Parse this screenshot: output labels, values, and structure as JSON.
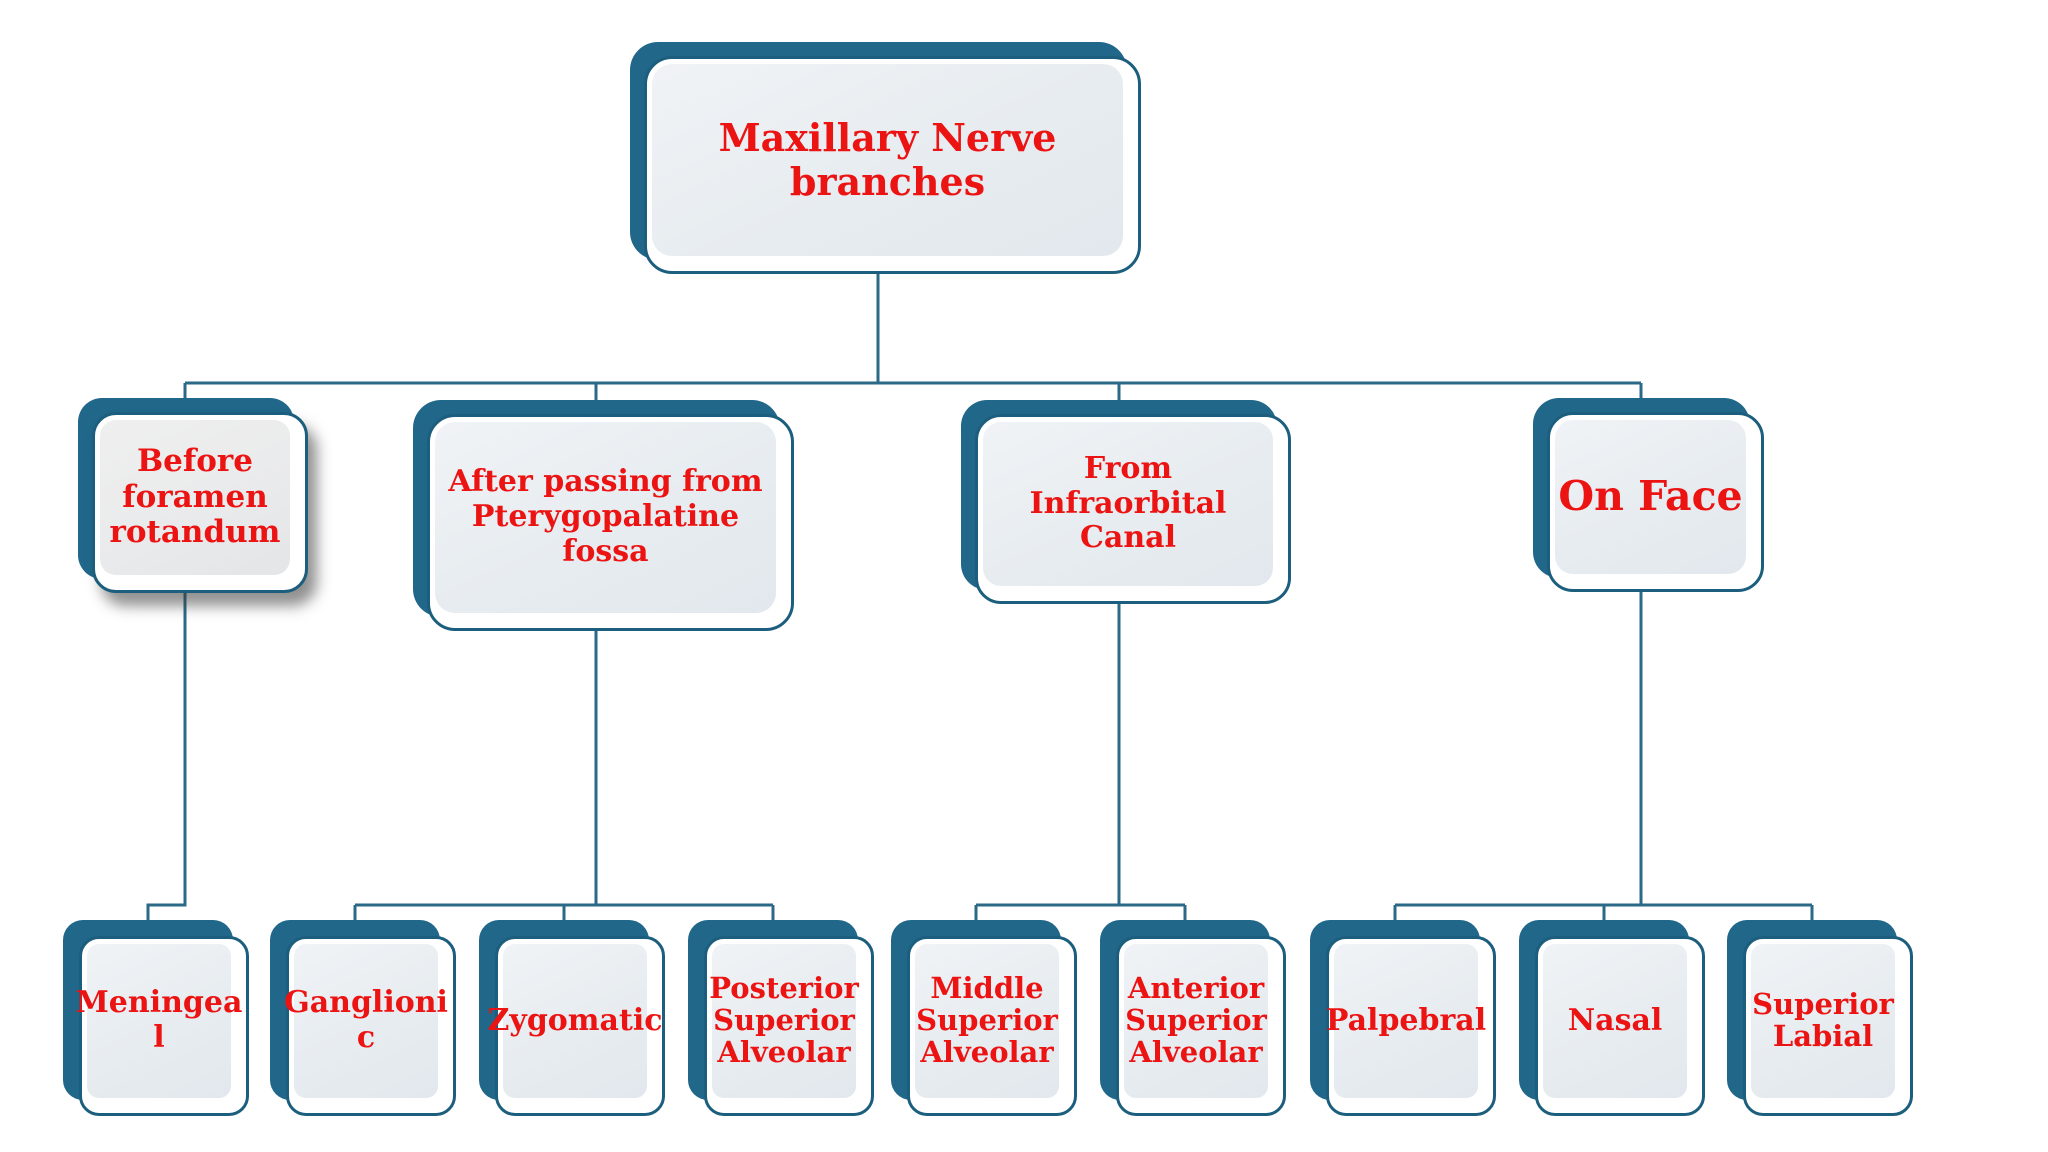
{
  "diagram_title": "Maxillary Nerve branches",
  "colors": {
    "node_fill_teal": "#21678a",
    "node_border_teal": "#1c5e7d",
    "connector_line": "#2a6a87",
    "label_red": "#ec1313",
    "panel_light_gray": "#e8edf1",
    "background": "#ffffff"
  },
  "nodes": {
    "root": {
      "label": "Maxillary Nerve branches",
      "display": "Maxillary Nerve branches"
    },
    "before": {
      "label": "Before foramen rotandum",
      "display": "Before\nforamen\nrotandum"
    },
    "after": {
      "label": "After passing from Pterygopalatine fossa",
      "display": "After passing from\nPterygopalatine fossa"
    },
    "infraorbital": {
      "label": "From Infraorbital Canal",
      "display": "From\nInfraorbital\nCanal"
    },
    "onface": {
      "label": "On Face",
      "display": "On Face"
    },
    "meningeal": {
      "label": "Meningeal",
      "display": "Meningea\nl"
    },
    "ganglionic": {
      "label": "Ganglionic",
      "display": "Ganglioni\nc"
    },
    "zygomatic": {
      "label": "Zygomatic",
      "display": "Zygomatic"
    },
    "posterior_superior_alveolar": {
      "label": "Posterior Superior Alveolar",
      "display": "Posterior\nSuperior\nAlveolar"
    },
    "middle_superior_alveolar": {
      "label": "Middle Superior Alveolar",
      "display": "Middle\nSuperior\nAlveolar"
    },
    "anterior_superior_alveolar": {
      "label": "Anterior Superior Alveolar",
      "display": "Anterior\nSuperior\nAlveolar"
    },
    "palpebral": {
      "label": "Palpebral",
      "display": "Palpebral"
    },
    "nasal": {
      "label": "Nasal",
      "display": "Nasal"
    },
    "superior_labial": {
      "label": "Superior Labial",
      "display": "Superior\nLabial"
    }
  },
  "hierarchy": [
    {
      "parent": "Maxillary Nerve branches",
      "children": [
        "Before foramen rotandum",
        "After passing from Pterygopalatine fossa",
        "From Infraorbital Canal",
        "On Face"
      ]
    },
    {
      "parent": "Before foramen rotandum",
      "children": [
        "Meningeal"
      ]
    },
    {
      "parent": "After passing from Pterygopalatine fossa",
      "children": [
        "Ganglionic",
        "Zygomatic",
        "Posterior Superior Alveolar"
      ]
    },
    {
      "parent": "From Infraorbital Canal",
      "children": [
        "Middle Superior Alveolar",
        "Anterior Superior Alveolar"
      ]
    },
    {
      "parent": "On Face",
      "children": [
        "Palpebral",
        "Nasal",
        "Superior Labial"
      ]
    }
  ]
}
